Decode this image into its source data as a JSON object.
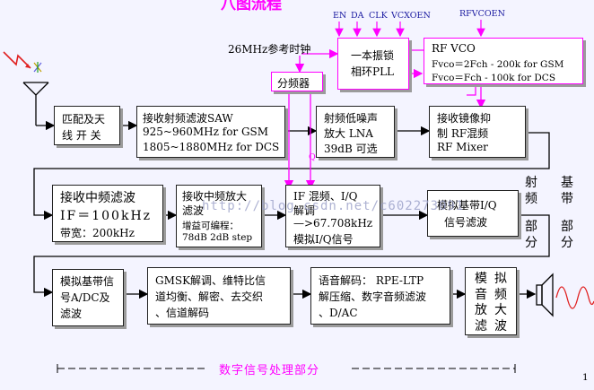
{
  "title_fragment": "八图流程",
  "page_number": "1",
  "signals": {
    "en": "EN",
    "da": "DA",
    "clk": "CLK",
    "vcxoen": "VCXOEN",
    "rfvcoen": "RFVCOEN",
    "i": "I",
    "q": "Q"
  },
  "ref_clock": "26MHz参考时钟",
  "divider": "分频器",
  "pll": {
    "line1": "一本振锁",
    "line2": "相环PLL"
  },
  "rf_vco": {
    "line1": "RF VCO",
    "line2": "Fvco＝2Fch - 200k for GSM",
    "line3": "Fvco＝Fch - 100k for DCS"
  },
  "match_switch": {
    "line1": "匹配及天",
    "line2": "线 开 关"
  },
  "saw": {
    "line1": "接收射频滤波SAW",
    "line2": "925~960MHz for GSM",
    "line3": "1805~1880MHz for DCS"
  },
  "lna": {
    "line1": "射频低噪声",
    "line2": "放大 LNA",
    "line3": "39dB 可选"
  },
  "mixer": {
    "line1": "接收镜像抑",
    "line2": "制 RF混频",
    "line3": "RF Mixer"
  },
  "if_filter": {
    "line1": "接收中频滤波",
    "line2": "IF＝100kHz",
    "line3": "带宽：200kHz"
  },
  "if_amp": {
    "line1": "接收中频放大",
    "line2": "滤波",
    "line3": "增益可编程：",
    "line4": "78dB  2dB step"
  },
  "iq_demod": {
    "line1": "IF 混频、I/Q",
    "line2": "解调",
    "line3": "—>67.708kHz",
    "line4": "模拟I/Q信号"
  },
  "bb_filter": {
    "line1": "模拟基带I/Q",
    "line2": "信号滤波"
  },
  "adc": {
    "line1": "模拟基带信",
    "line2": "号A/DC及",
    "line3": "滤波"
  },
  "gmsk": {
    "line1": "GMSK解调、维特比信",
    "line2": "道均衡、解密、去交织",
    "line3": "、信道解码"
  },
  "speech": {
    "line1": "语音解码： RPE-LTP",
    "line2": "解压缩、数字音频滤波",
    "line3": "、D/AC"
  },
  "audio_amp": {
    "col1": [
      "模",
      "音",
      "滤"
    ],
    "col2": [
      "拟",
      "频",
      "大",
      "波"
    ],
    "col2_b": [
      "放"
    ]
  },
  "section_rf": {
    "col1": [
      "射",
      "频",
      "",
      "部",
      "分"
    ]
  },
  "section_bb": {
    "col1": [
      "基",
      "带",
      "",
      "部",
      "分"
    ]
  },
  "dsp_label": "数字信号处理部分",
  "watermark": "http://blog.csdn.net/c602273091"
}
